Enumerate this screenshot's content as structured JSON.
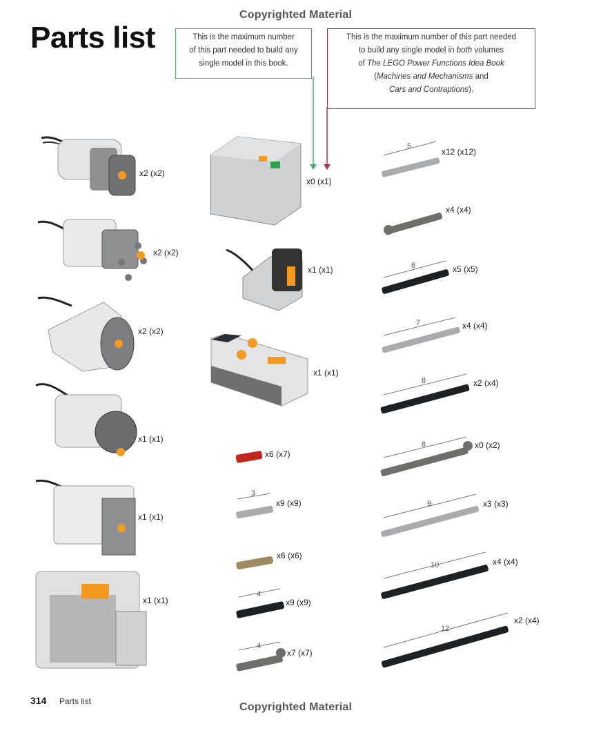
{
  "header": {
    "watermark": "Copyrighted Material",
    "title": "Parts list"
  },
  "callouts": {
    "green": [
      "This is the maximum number",
      "of this part needed to build any",
      "single model in this book."
    ],
    "red_lines": [
      "This is the maximum number of this part needed",
      "to build any single model in both volumes",
      "of The LEGO Power Functions Idea Book",
      "(Machines and Mechanisms and",
      "Cars and Contraptions)."
    ],
    "red_emphasis": [
      "both",
      "The LEGO Power Functions Idea Book",
      "Machines and Mechanisms",
      "Cars and Contraptions"
    ]
  },
  "parts": {
    "left": [
      {
        "icon": "pf-m-motor-icon",
        "qty": "x2 (x2)"
      },
      {
        "icon": "pf-l-motor-icon",
        "qty": "x2 (x2)"
      },
      {
        "icon": "pf-xl-motor-icon",
        "qty": "x2 (x2)"
      },
      {
        "icon": "pf-servo-motor-icon",
        "qty": "x1 (x1)"
      },
      {
        "icon": "pf-linear-actuator-icon",
        "qty": "x1 (x1)"
      },
      {
        "icon": "pf-battery-box-icon",
        "qty": "x1 (x1)"
      }
    ],
    "middle": [
      {
        "icon": "aaa-battery-box-icon",
        "qty": "x0 (x1)"
      },
      {
        "icon": "ir-receiver-icon",
        "qty": "x1 (x1)"
      },
      {
        "icon": "ir-remote-control-icon",
        "qty": "x1 (x1)"
      },
      {
        "icon": "red-axle-2-icon",
        "qty": "x6 (x7)"
      },
      {
        "icon": "axle-3-icon",
        "len": "3",
        "qty": "x9 (x9)"
      },
      {
        "icon": "tan-axle-pin-icon",
        "qty": "x6 (x6)"
      },
      {
        "icon": "black-axle-4-icon",
        "len": "4",
        "qty": "x9 (x9)"
      },
      {
        "icon": "axle-4-end-stop-icon",
        "len": "4",
        "qty": "x7 (x7)"
      }
    ],
    "right": [
      {
        "icon": "axle-5-icon",
        "len": "5",
        "qty": "x12 (x12)"
      },
      {
        "icon": "axle-5-5-stop-icon",
        "qty": "x4 (x4)"
      },
      {
        "icon": "black-axle-6-icon",
        "len": "6",
        "qty": "x5 (x5)"
      },
      {
        "icon": "axle-7-icon",
        "len": "7",
        "qty": "x4 (x4)"
      },
      {
        "icon": "black-axle-8-icon",
        "len": "8",
        "qty": "x2 (x4)"
      },
      {
        "icon": "axle-8-stop-icon",
        "len": "8",
        "qty": "x0 (x2)"
      },
      {
        "icon": "axle-9-icon",
        "len": "9",
        "qty": "x3 (x3)"
      },
      {
        "icon": "black-axle-10-icon",
        "len": "10",
        "qty": "x4 (x4)"
      },
      {
        "icon": "black-axle-12-icon",
        "len": "12",
        "qty": "x2 (x4)"
      }
    ]
  },
  "footer": {
    "page_number": "314",
    "section": "Parts list",
    "watermark": "Copyrighted Material"
  },
  "colors": {
    "green": "#3fb06a",
    "red": "#a4344a",
    "light_gray": "#a9abad",
    "dark_gray": "#6e6f6b",
    "black": "#1e2124",
    "orange": "#f39a22",
    "red_part": "#c0281e",
    "tan": "#a08a62"
  }
}
